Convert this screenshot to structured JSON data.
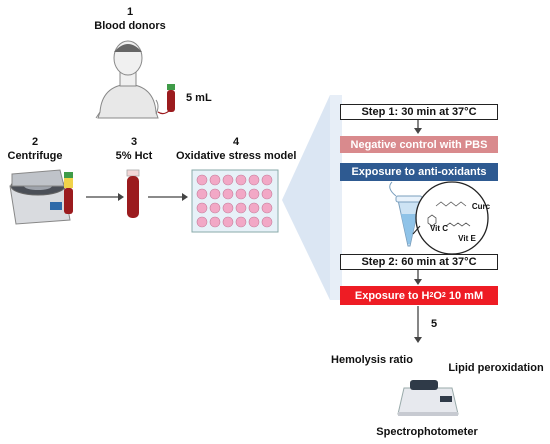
{
  "steps": [
    {
      "number": "1",
      "label": "Blood donors",
      "volume": "5 mL"
    },
    {
      "number": "2",
      "label": "Centrifuge"
    },
    {
      "number": "3",
      "label": "5% Hct"
    },
    {
      "number": "4",
      "label": "Oxidative stress model"
    },
    {
      "number": "5"
    }
  ],
  "protocol": {
    "step1": "Step 1: 30 min at 37°C",
    "negative_control": "Negative control with PBS",
    "exposure_antioxidants": "Exposure to anti-oxidants",
    "antioxidants": {
      "curc": "Curc",
      "vitc": "Vit C",
      "vite": "Vit E"
    },
    "step2": "Step 2: 60 min at 37°C",
    "h2o2_prefix": "Exposure to H",
    "h2o2_sub1": "2",
    "h2o2_mid": "O",
    "h2o2_sub2": "2",
    "h2o2_suffix": " 10 mM"
  },
  "outputs": {
    "hemolysis": "Hemolysis ratio",
    "lipid": "Lipid peroxidation",
    "instrument": "Spectrophotometer"
  },
  "colors": {
    "negative_control": "#d98a8d",
    "antioxidants": "#2e5a91",
    "h2o2": "#ee1c24",
    "blood": "#9b1b1e",
    "well": "#f2a8c6",
    "funnel": "#dbe6f3"
  }
}
